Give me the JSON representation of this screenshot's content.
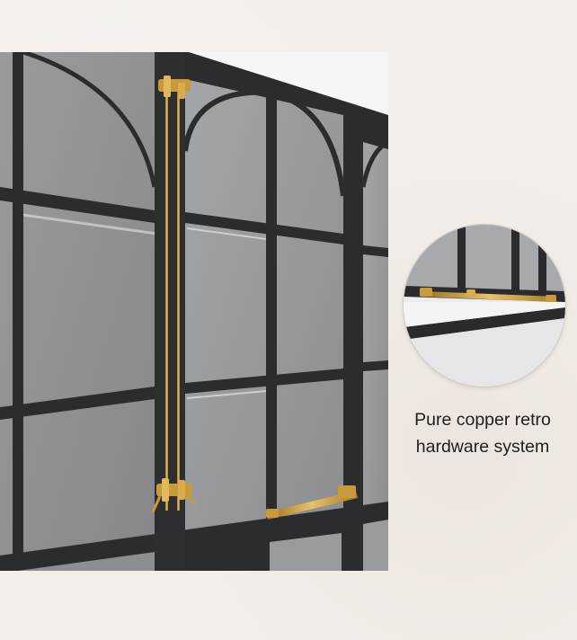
{
  "caption": {
    "line1": "Pure copper retro",
    "line2": "hardware system"
  },
  "colors": {
    "background": "#f3eeea",
    "frame": "#2b2c2e",
    "glass": "#8f9093",
    "brass": "#c89a3a"
  },
  "icons": [
    "window-photo",
    "hardware-detail-inset"
  ]
}
